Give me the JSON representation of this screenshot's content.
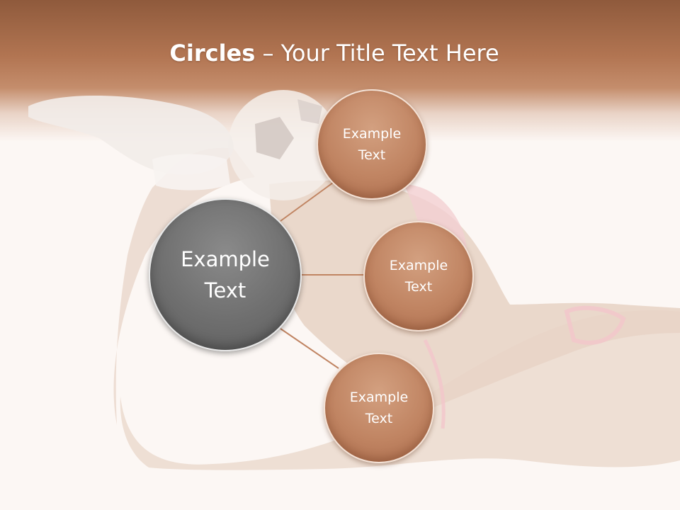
{
  "title": {
    "bold": "Circles",
    "rest": " – Your Title Text Here"
  },
  "diagram": {
    "center": {
      "line1": "Example",
      "line2": "Text"
    },
    "nodes": [
      {
        "line1": "Example",
        "line2": "Text"
      },
      {
        "line1": "Example",
        "line2": "Text"
      },
      {
        "line1": "Example",
        "line2": "Text"
      }
    ]
  },
  "colors": {
    "header": "#b27552",
    "background": "#fcf7f4",
    "center_circle": "#6f6f6f",
    "node_circle": "#c08462",
    "connector": "#c08462"
  }
}
